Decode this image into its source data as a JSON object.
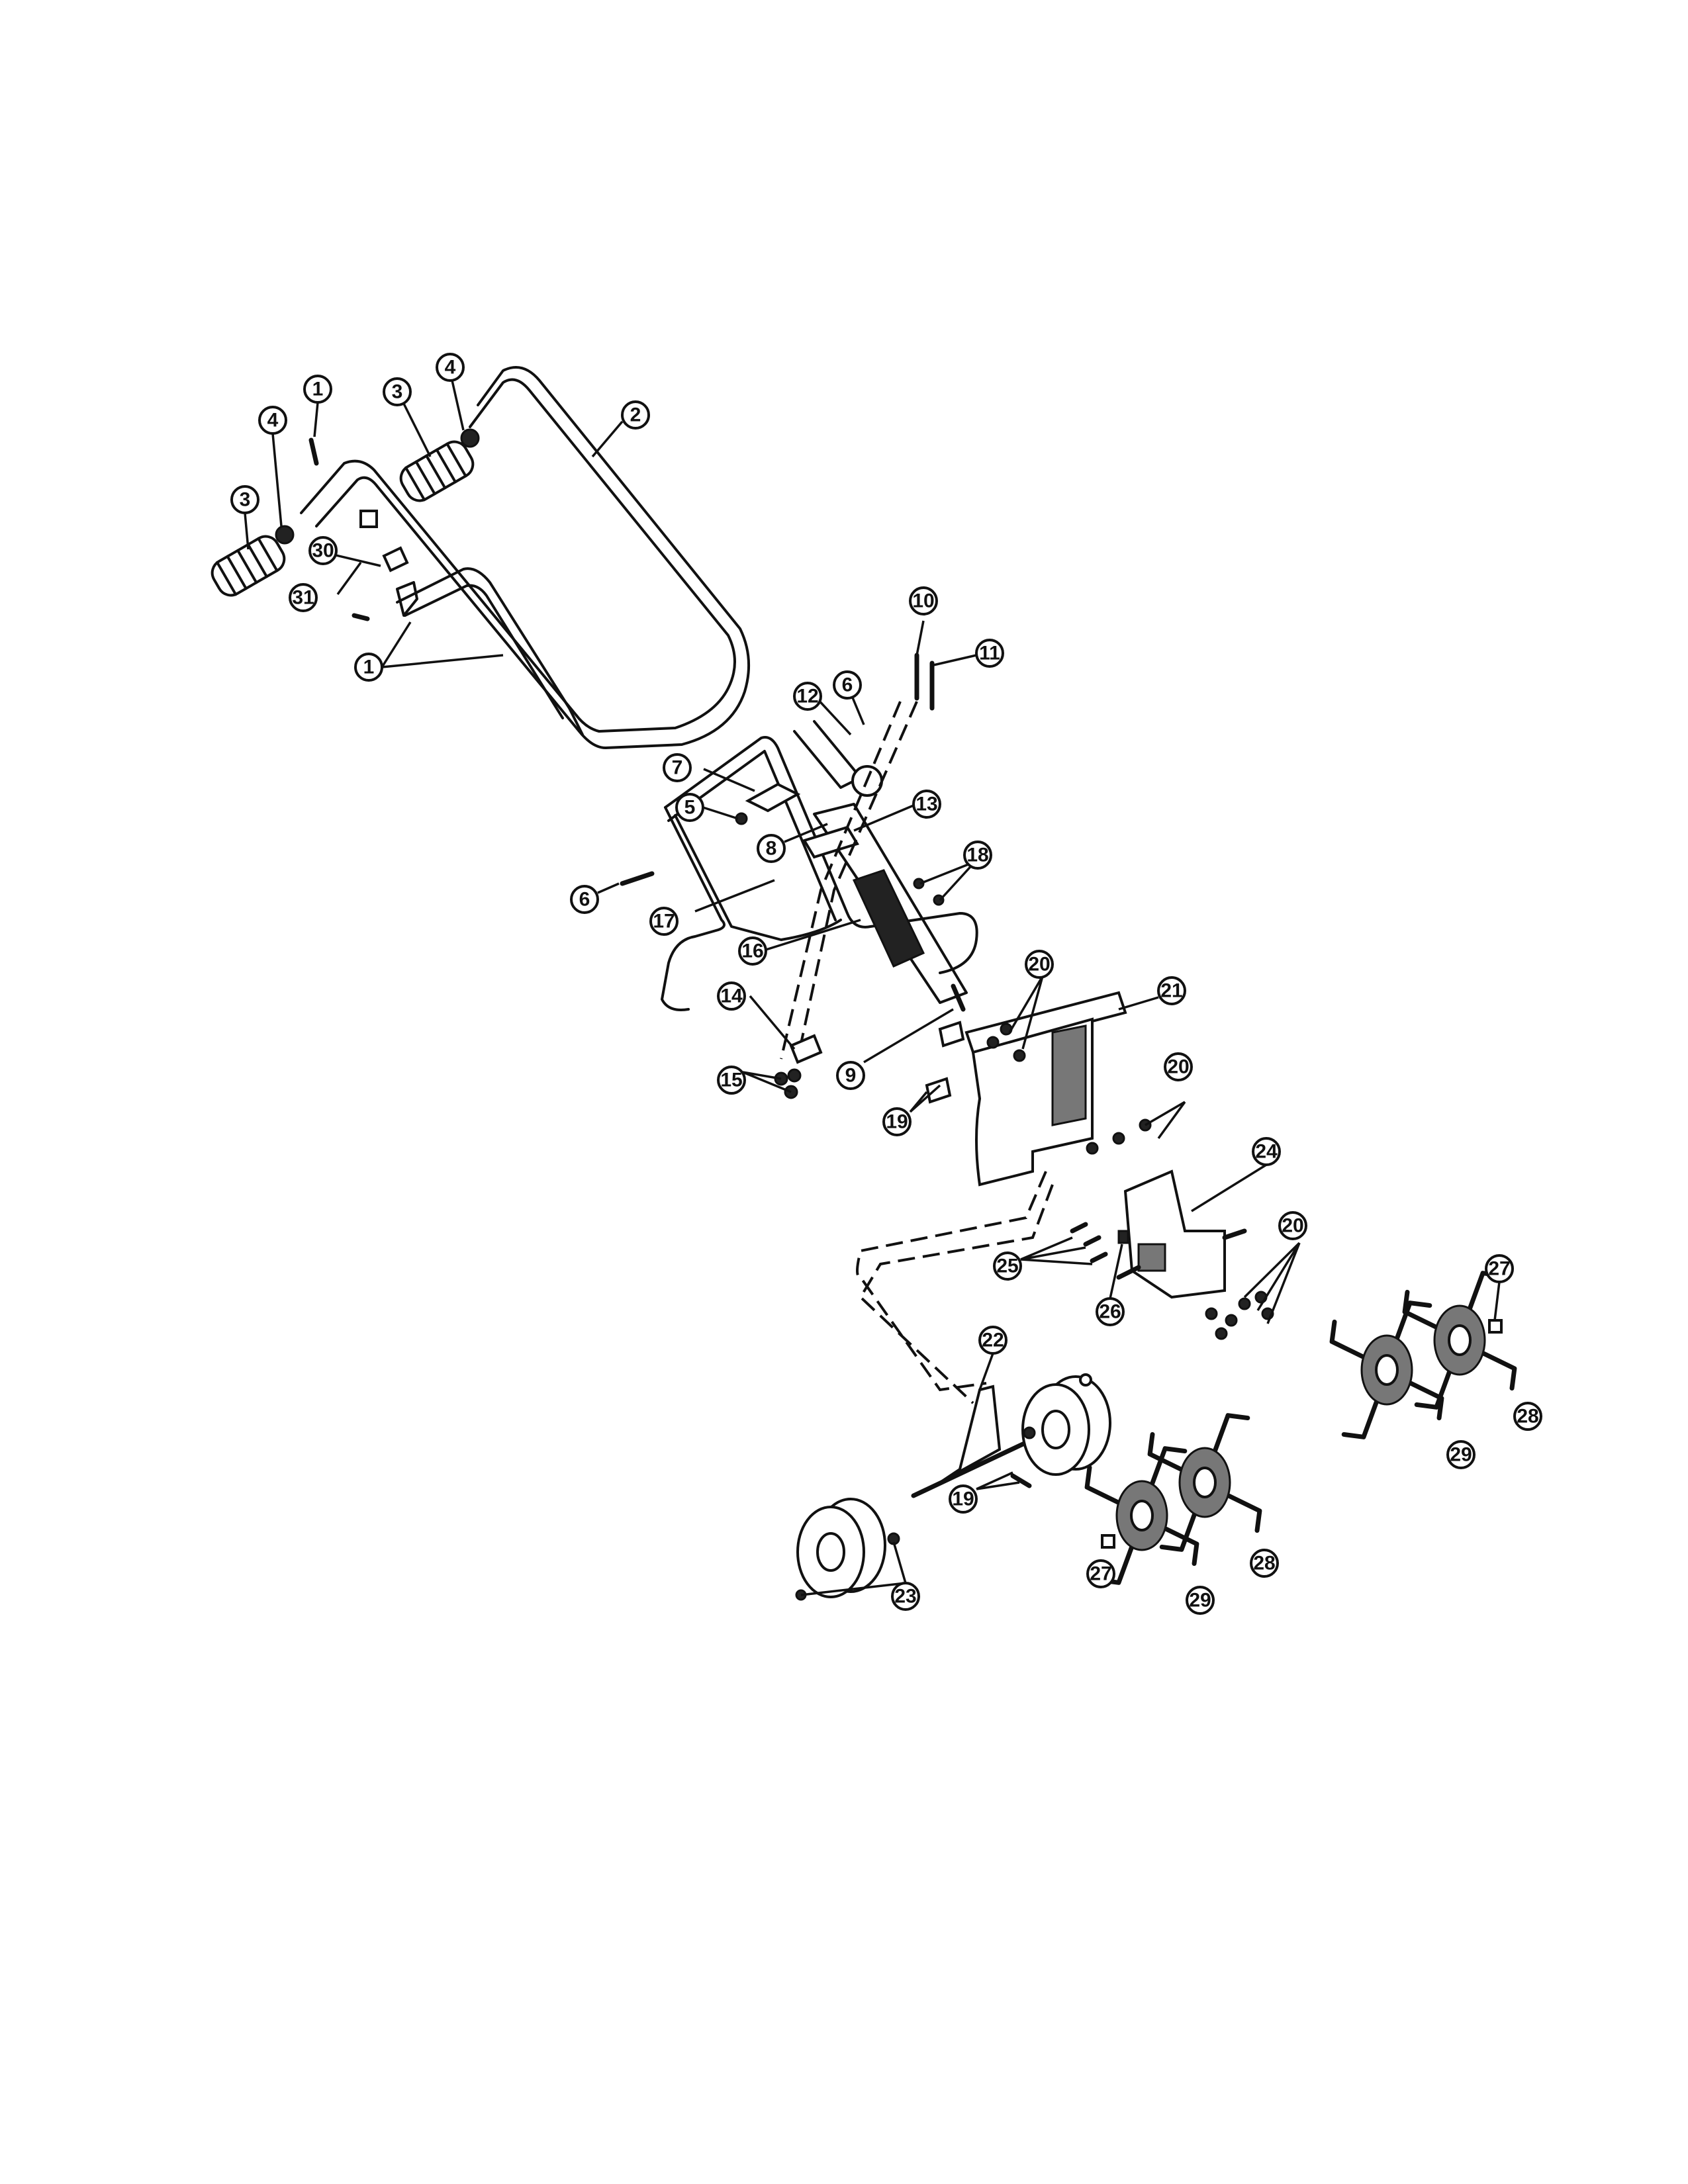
{
  "callouts": [
    "1",
    "2",
    "3",
    "4",
    "5",
    "6",
    "7",
    "8",
    "9",
    "10",
    "11",
    "12",
    "13",
    "14",
    "15",
    "16",
    "17",
    "18",
    "19",
    "20",
    "21",
    "22",
    "23",
    "24",
    "25",
    "26",
    "27",
    "28",
    "29",
    "30",
    "31"
  ]
}
